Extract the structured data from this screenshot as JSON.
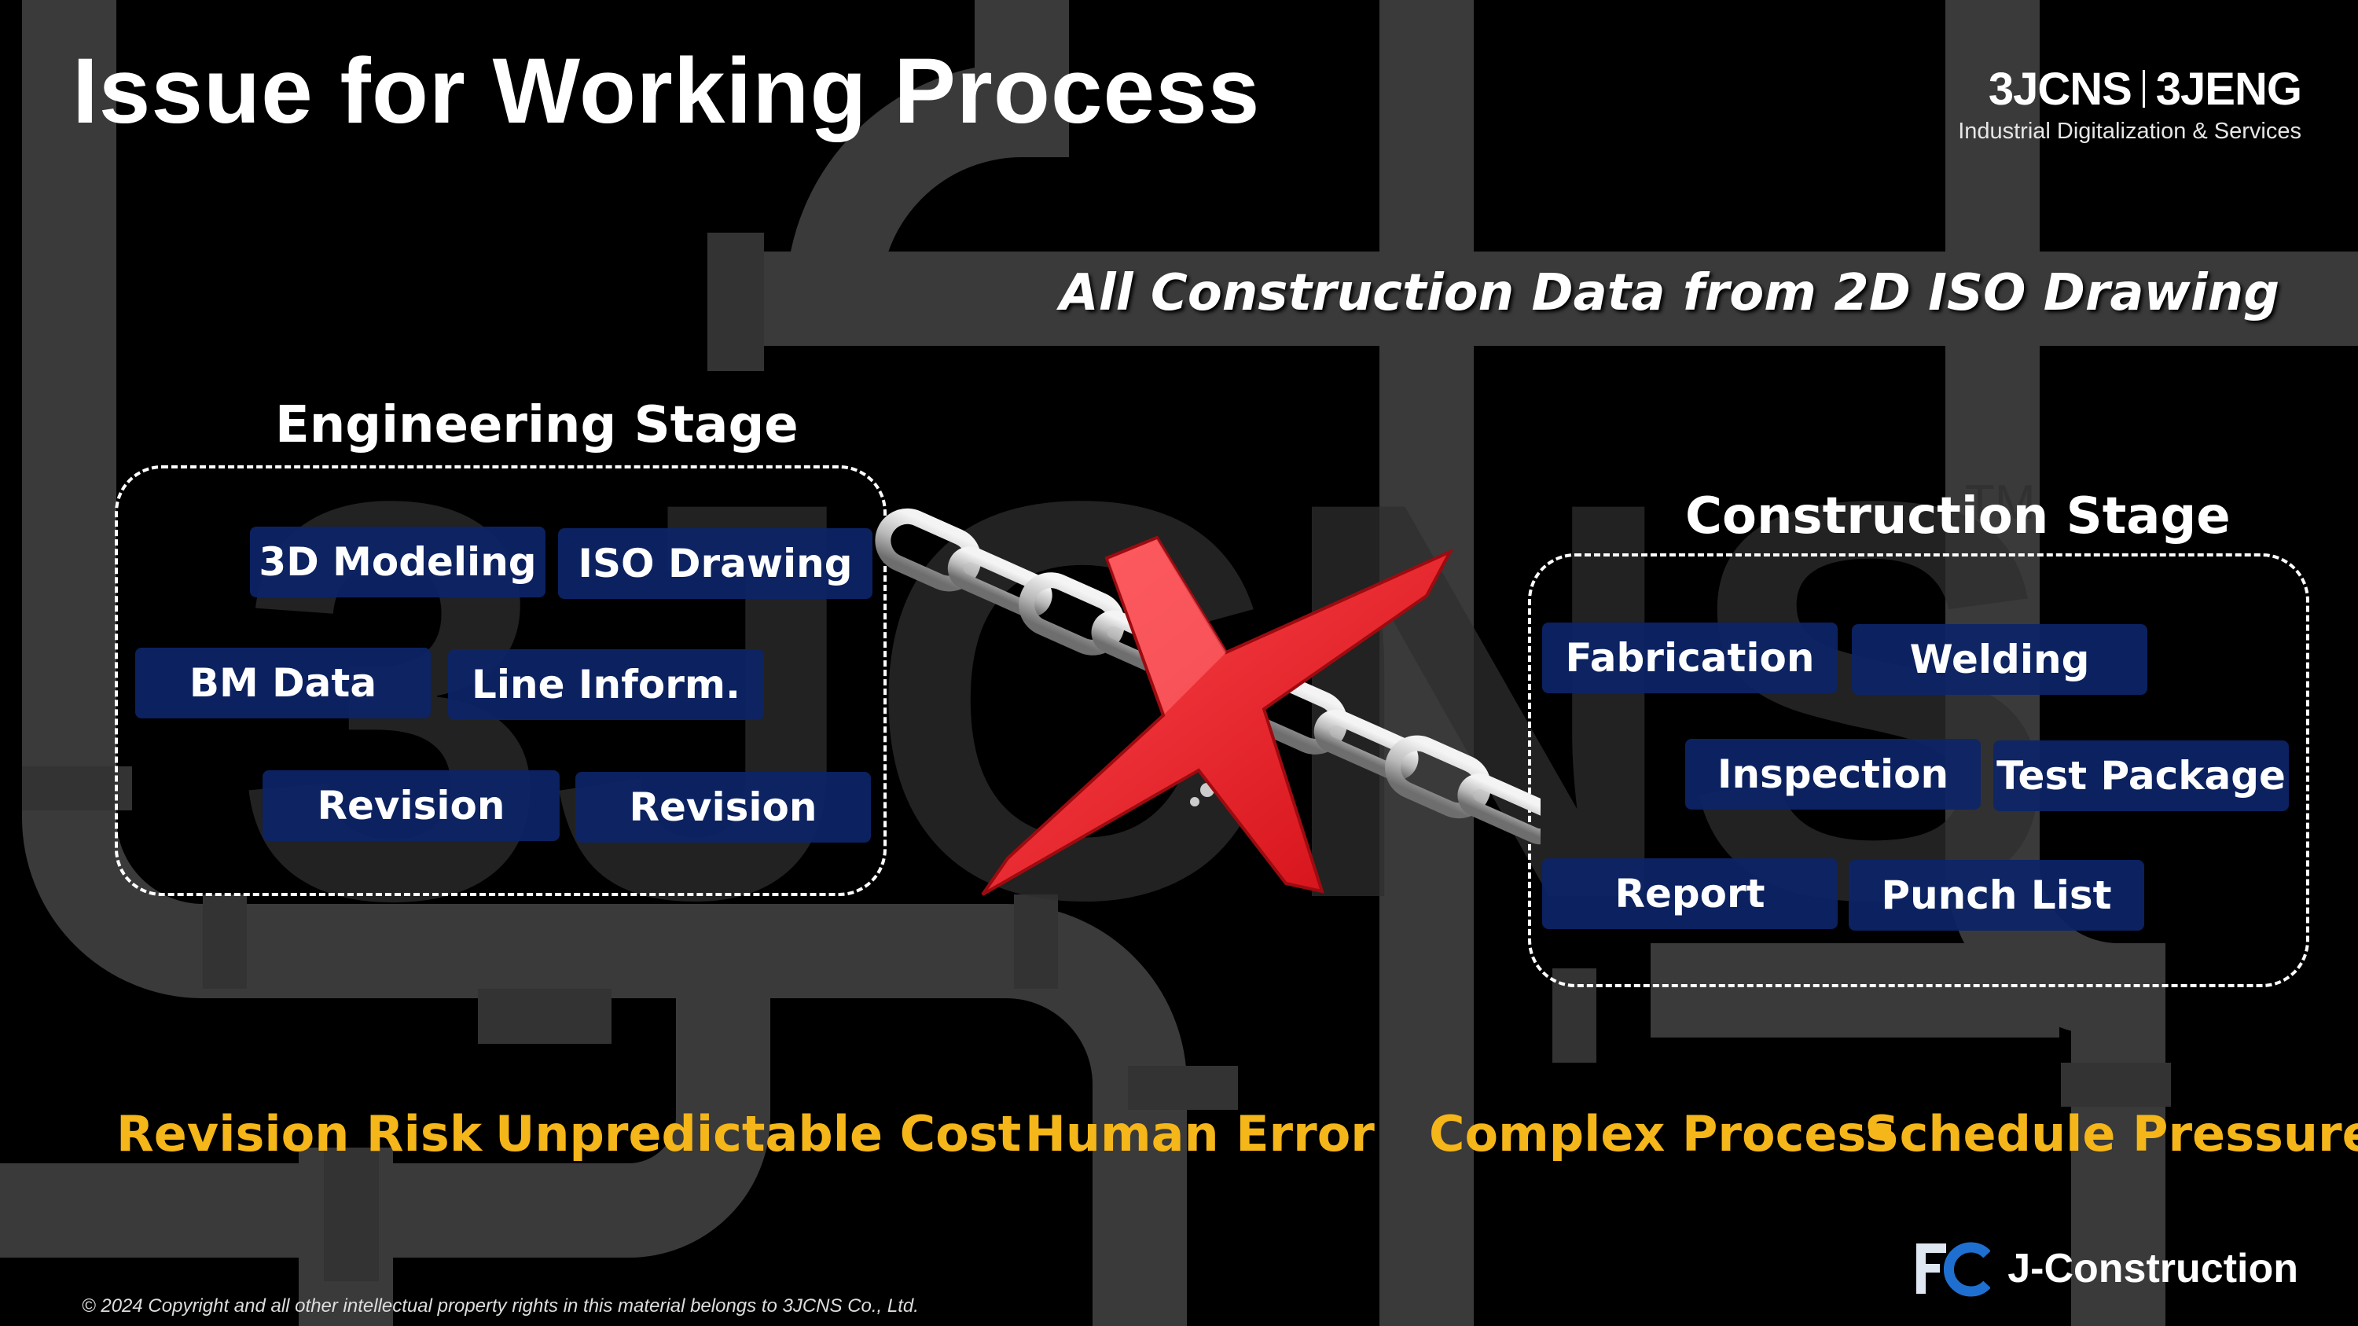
{
  "header": {
    "title": "Issue for Working Process"
  },
  "logo": {
    "left": "3JCNS",
    "right": "3JENG",
    "tagline": "Industrial Digitalization & Services"
  },
  "subtitle": "All Construction Data from 2D ISO Drawing",
  "watermark": {
    "text": "3JCNS",
    "tm": "TM"
  },
  "engineering": {
    "title": "Engineering Stage",
    "items": [
      "3D Modeling",
      "ISO Drawing",
      "BM Data",
      "Line Inform.",
      "Revision",
      "Revision"
    ]
  },
  "construction": {
    "title": "Construction Stage",
    "items": [
      "Fabrication",
      "Welding",
      "Inspection",
      "Test Package",
      "Report",
      "Punch List"
    ]
  },
  "center": {
    "icon": "broken-chain-with-red-x-icon",
    "x_color": "#e8141b"
  },
  "issues": [
    "Revision Risk",
    "Unpredictable Cost",
    "Human Error",
    "Complex Process",
    "Schedule Pressure"
  ],
  "footer": {
    "copyright": "© 2024 Copyright and all other intellectual property rights in this material belongs to 3JCNS Co., Ltd.",
    "product_icon": "FC",
    "product": "J-Construction"
  },
  "colors": {
    "issue_text": "#f5b619",
    "pill_bg": "#0c2468",
    "background": "#000000"
  }
}
